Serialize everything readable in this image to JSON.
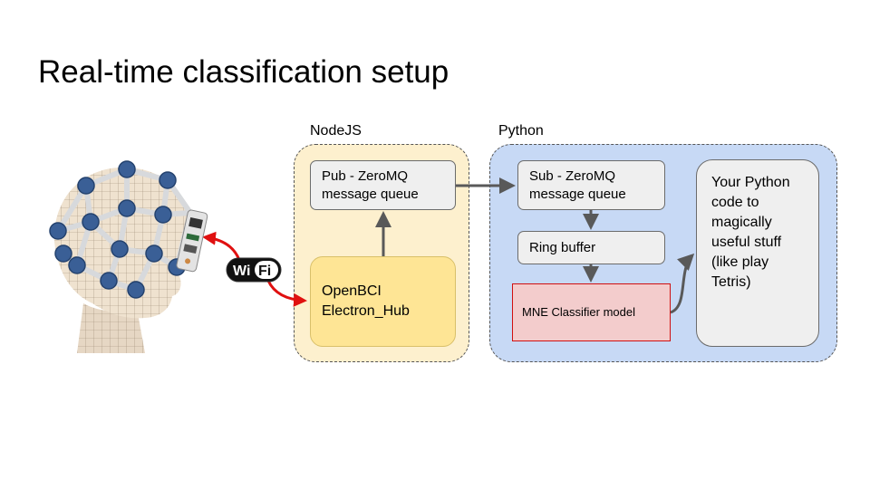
{
  "slide": {
    "title": "Real-time classification setup"
  },
  "groups": {
    "nodejs": {
      "label": "NodeJS"
    },
    "python": {
      "label": "Python"
    }
  },
  "boxes": {
    "pub": {
      "line1": "Pub - ZeroMQ",
      "line2": "message queue"
    },
    "hub": {
      "line1": "OpenBCI",
      "line2": "Electron_Hub"
    },
    "sub": {
      "line1": "Sub - ZeroMQ",
      "line2": "message queue"
    },
    "ring": {
      "label": "Ring buffer"
    },
    "mne": {
      "label": "MNE Classifier model"
    },
    "code": {
      "text": "Your Python code to magically useful stuff (like play Tetris)"
    }
  },
  "wifi": {
    "left": "Wi",
    "right": "Fi"
  },
  "colors": {
    "nodejs_fill": "#fdf0ce",
    "python_fill": "#c7d9f5",
    "hub_fill": "#fee595",
    "mne_fill": "#f3cccc",
    "mne_border": "#d01010",
    "arrow": "#595959",
    "wifi_arrow": "#e01010",
    "electrode": "#3a5f96"
  },
  "icons": [
    "eeg-headset-illustration",
    "wifi-logo-icon"
  ]
}
